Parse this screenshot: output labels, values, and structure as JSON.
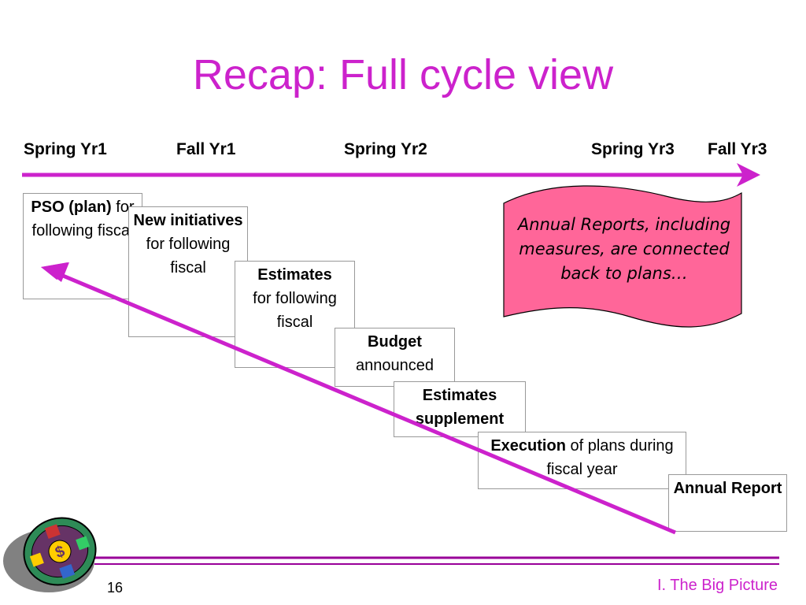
{
  "slide": {
    "title": "Recap: Full cycle view",
    "page_number": "16",
    "footer_title": "I. The Big Picture"
  },
  "timeline": {
    "labels": [
      "Spring Yr1",
      "Fall Yr1",
      "Spring Yr2",
      "Spring Yr3",
      "Fall Yr3"
    ]
  },
  "boxes": {
    "pso": {
      "bold": "PSO (plan)",
      "rest": " for following fiscal"
    },
    "new_initiatives": {
      "bold": "New initiatives",
      "rest": "for following fiscal"
    },
    "estimates": {
      "bold": "Estimates",
      "rest": "for following fiscal"
    },
    "budget": {
      "bold": "Budget",
      "rest": "announced"
    },
    "estimates_supplement": {
      "bold": "Estimates supplement"
    },
    "execution": {
      "bold": "Execution",
      "rest": " of plans during fiscal year"
    },
    "annual_report": {
      "bold": "Annual Report"
    }
  },
  "callout": {
    "text": "Annual Reports, including measures, are connected back to plans…"
  },
  "colors": {
    "accent": "#cc22cc",
    "callout_fill": "#ff6699",
    "footer_line": "#990099"
  }
}
